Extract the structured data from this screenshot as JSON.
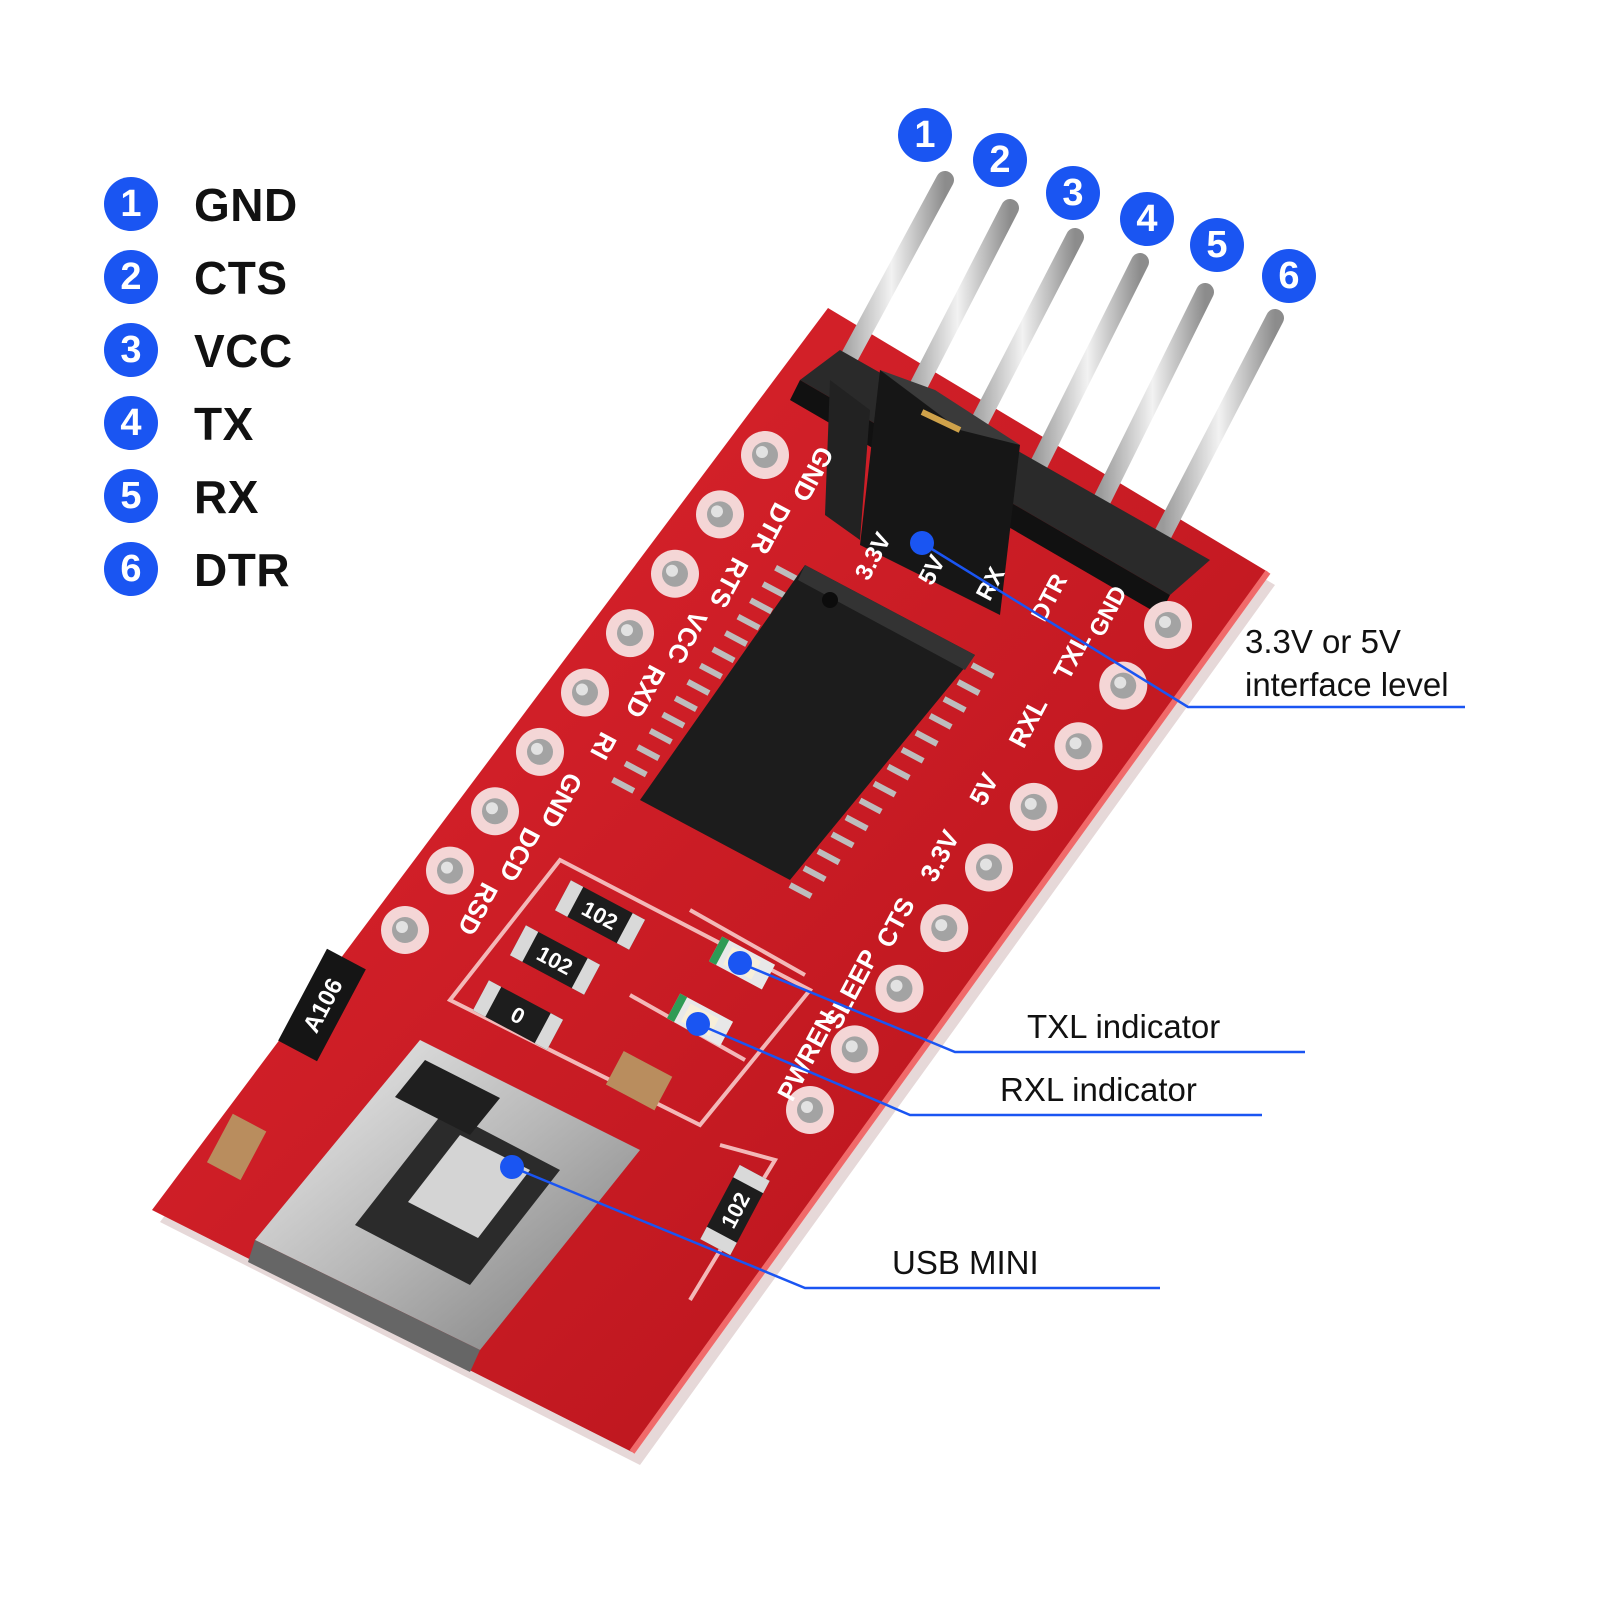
{
  "legend": [
    {
      "number": "1",
      "label": "GND"
    },
    {
      "number": "2",
      "label": "CTS"
    },
    {
      "number": "3",
      "label": "VCC"
    },
    {
      "number": "4",
      "label": "TX"
    },
    {
      "number": "5",
      "label": "RX"
    },
    {
      "number": "6",
      "label": "DTR"
    }
  ],
  "pins": [
    "1",
    "2",
    "3",
    "4",
    "5",
    "6"
  ],
  "callouts": {
    "interface_level": {
      "line1": "3.3V or 5V",
      "line2": "interface level"
    },
    "txl": "TXL indicator",
    "rxl": "RXL indicator",
    "usb": "USB MINI"
  },
  "board": {
    "left_labels": [
      "GND",
      "DTR",
      "RTS",
      "VCC",
      "RXD",
      "RI",
      "GND",
      "DCD",
      "RSD"
    ],
    "right_labels": [
      "TXL",
      "RXL",
      "5V",
      "3.3V",
      "CTS",
      "SLEEP",
      "PWREN"
    ],
    "header_labels": [
      "GND",
      "DTR",
      "RX",
      "5V",
      "3.3V"
    ],
    "resistor_codes": [
      "102",
      "102",
      "0",
      "102"
    ],
    "ic_code": "A106"
  },
  "colors": {
    "accent": "#1a55f2",
    "pcb": "#d31f28",
    "silkscreen": "#ffffff",
    "header": "#1b1b1b",
    "pin": "#d6d6d6"
  }
}
